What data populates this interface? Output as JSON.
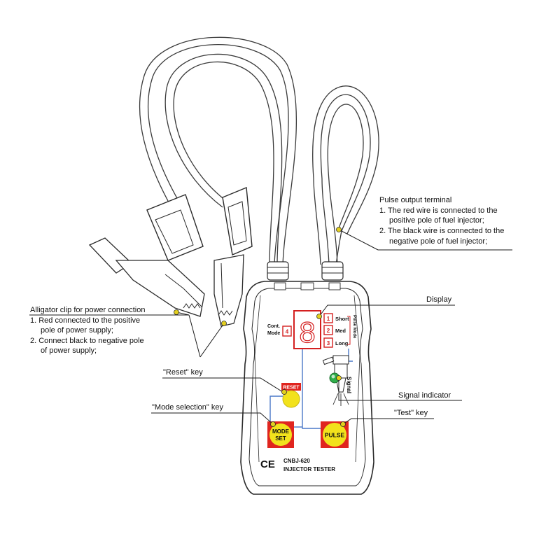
{
  "callouts": {
    "pulse_output": {
      "title": "Pulse output terminal",
      "line1": "1. The red wire is connected to the",
      "line2": "positive pole of fuel injector;",
      "line3": "2. The black wire is connected to the",
      "line4": "negative pole of fuel injector;"
    },
    "alligator": {
      "title": "Alligator clip for power connection",
      "line1": "1. Red connected to the positive",
      "line2": "pole of power supply;",
      "line3": "2. Connect black to negative pole",
      "line4": "of power supply;"
    },
    "display": "Display",
    "reset_key": "\"Reset\" key",
    "mode_key": "\"Mode selection\" key",
    "signal_indicator": "Signal indicator",
    "test_key": "\"Test\" key"
  },
  "device": {
    "cont_mode_line1": "Cont.",
    "cont_mode_line2": "Mode",
    "cont_mode_number": "4",
    "digit": "8",
    "modes": [
      {
        "number": "1",
        "label": "Short"
      },
      {
        "number": "2",
        "label": "Med"
      },
      {
        "number": "3",
        "label": "Long"
      }
    ],
    "pulse_mode_label": "Pulse Mode",
    "signal_label": "Signal",
    "reset_label": "RESET",
    "mode_set_line1": "MODE",
    "mode_set_line2": "SET",
    "pulse_label": "PULSE",
    "ce_mark": "CE",
    "model": "CNBJ-620",
    "product": "INJECTOR TESTER"
  },
  "colors": {
    "button_yellow": "#f2e21c",
    "button_red": "#e0251f",
    "marker_yellow": "#e3cf1e",
    "signal_green": "#2fae4a",
    "wire_blue": "#4a78c8",
    "outline": "#2a2a2a"
  }
}
